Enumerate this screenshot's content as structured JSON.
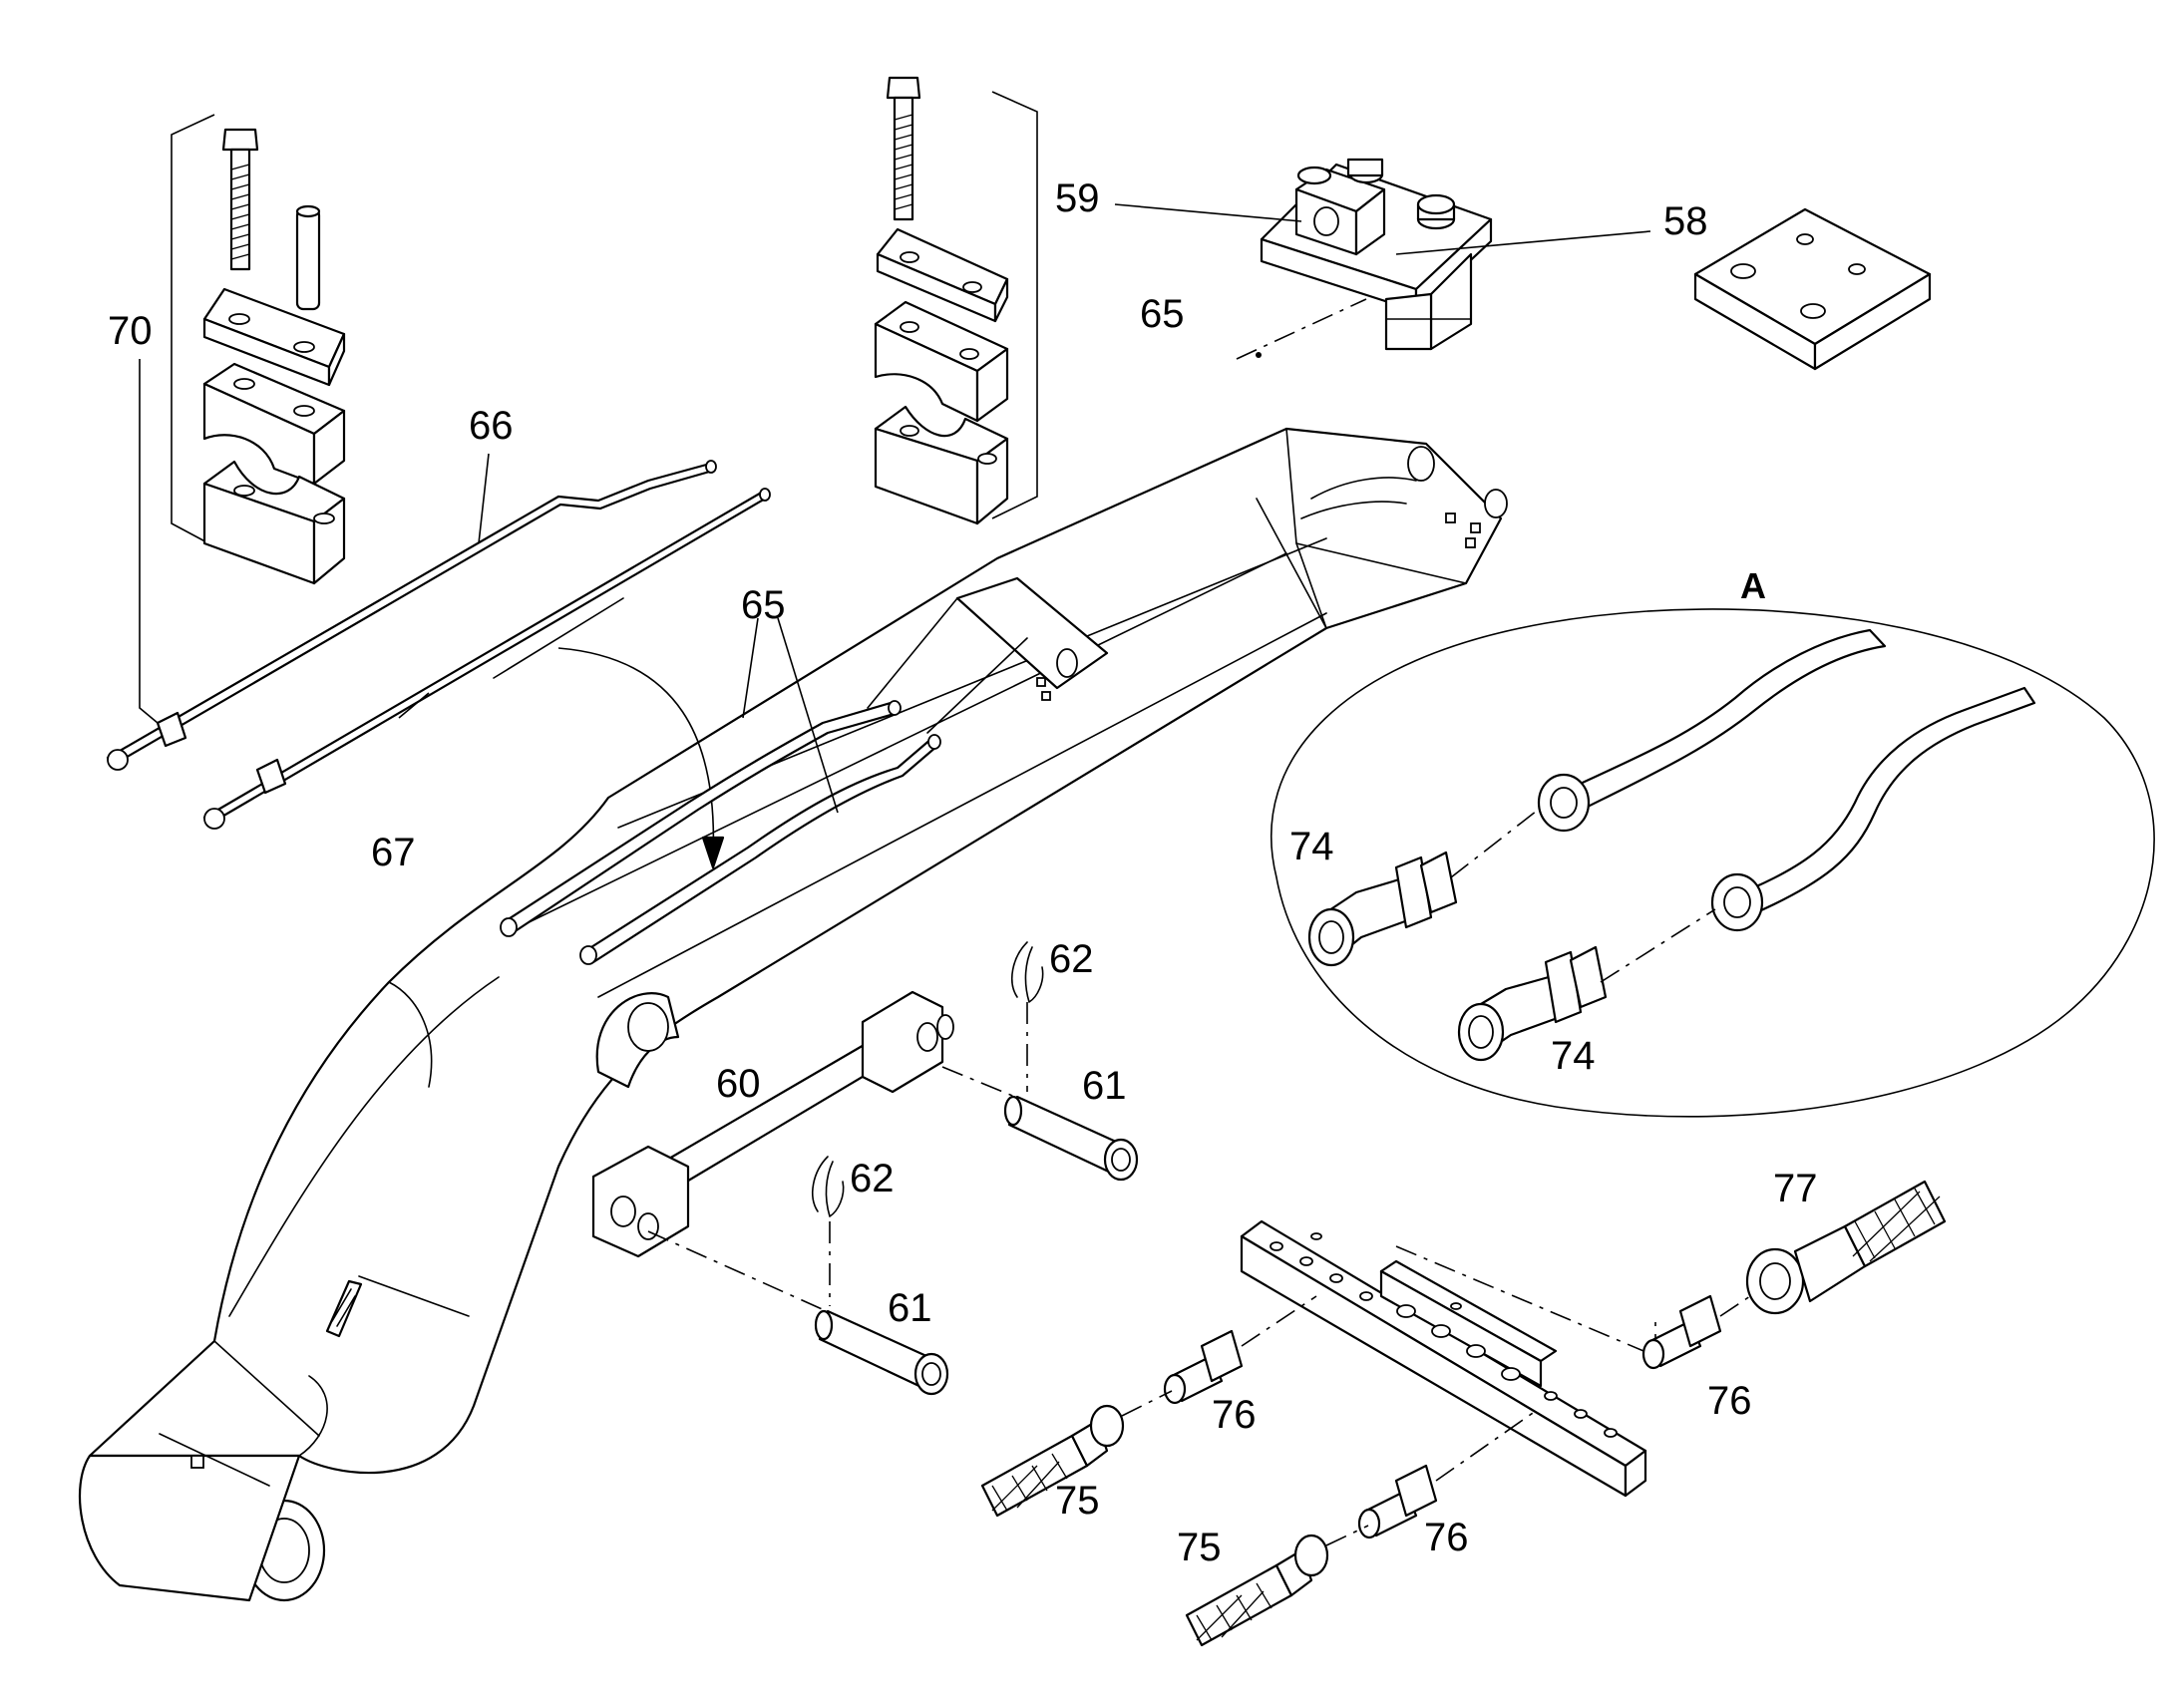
{
  "diagram": {
    "detail_letter": "A",
    "callouts": {
      "c58": "58",
      "c59": "59",
      "c60": "60",
      "c61a": "61",
      "c61b": "61",
      "c62a": "62",
      "c62b": "62",
      "c65a": "65",
      "c65b": "65",
      "c66": "66",
      "c67": "67",
      "c70": "70",
      "c74a": "74",
      "c74b": "74",
      "c75a": "75",
      "c75b": "75",
      "c76a": "76",
      "c76b": "76",
      "c76c": "76",
      "c77": "77"
    }
  }
}
